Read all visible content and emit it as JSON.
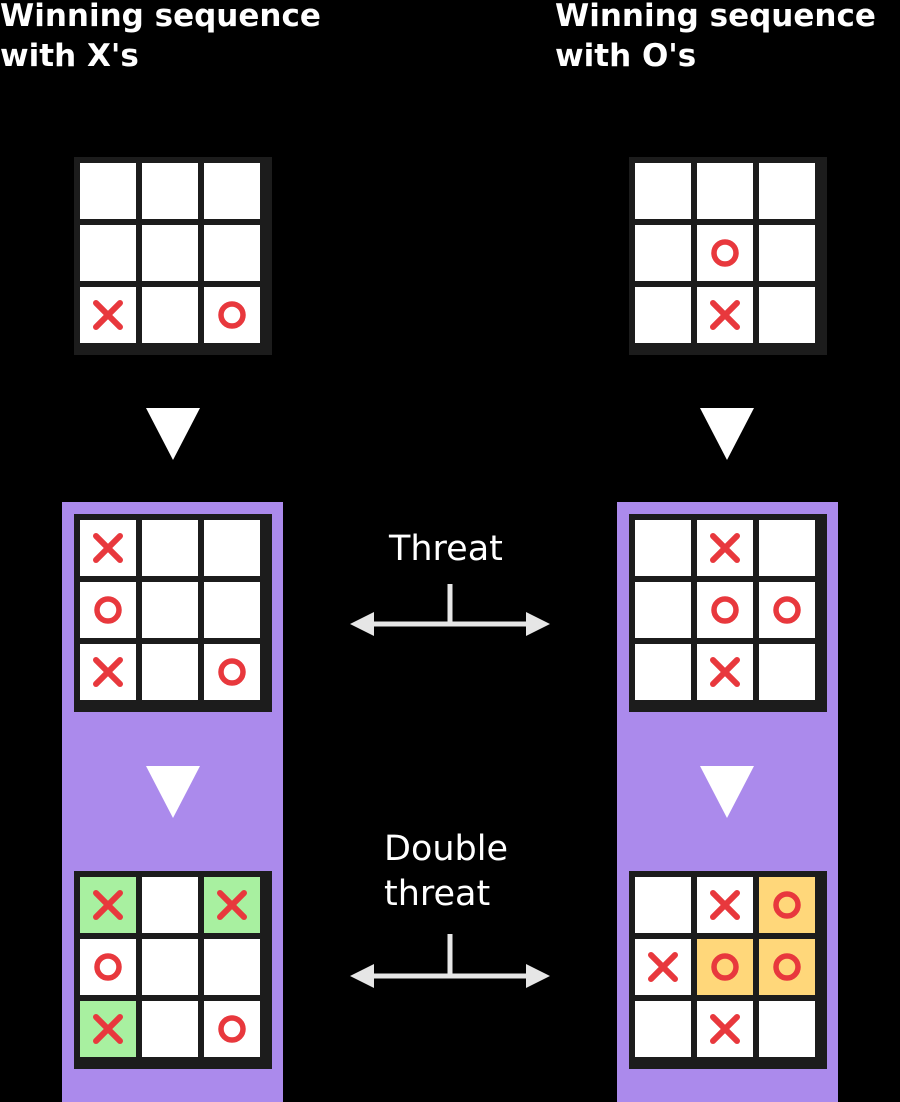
{
  "headings": {
    "left": [
      "Winning sequence",
      "with X's"
    ],
    "right": [
      "Winning sequence",
      "with O's"
    ]
  },
  "labels": {
    "threat": "Threat",
    "double_threat": [
      "Double",
      "threat"
    ]
  },
  "colors": {
    "background": "#000000",
    "panel": "#ab8aec",
    "board_frame": "#1c1c1c",
    "cell": "#ffffff",
    "mark": "#e8383d",
    "x_highlight": "#a8f0a0",
    "o_highlight": "#ffd77a",
    "arrow": "#ffffff",
    "connector": "#e6e6e6"
  },
  "boards": {
    "x_start": [
      [
        "",
        "",
        ""
      ],
      [
        "",
        "",
        ""
      ],
      [
        "X",
        "",
        "O"
      ]
    ],
    "x_threat": [
      [
        "X",
        "",
        ""
      ],
      [
        "O",
        "",
        ""
      ],
      [
        "X",
        "",
        "O"
      ]
    ],
    "x_double_threat": [
      [
        "X",
        "",
        "X"
      ],
      [
        "O",
        "",
        ""
      ],
      [
        "X",
        "",
        "O"
      ]
    ],
    "o_start": [
      [
        "",
        "",
        ""
      ],
      [
        "",
        "O",
        ""
      ],
      [
        "",
        "X",
        ""
      ]
    ],
    "o_threat": [
      [
        "",
        "X",
        ""
      ],
      [
        "",
        "O",
        "O"
      ],
      [
        "",
        "X",
        ""
      ]
    ],
    "o_double_threat": [
      [
        "",
        "X",
        "O"
      ],
      [
        "X",
        "O",
        "O"
      ],
      [
        "",
        "X",
        ""
      ]
    ]
  },
  "highlights": {
    "x_double_threat": [
      [
        0,
        0
      ],
      [
        0,
        2
      ],
      [
        2,
        0
      ]
    ],
    "o_double_threat": [
      [
        0,
        2
      ],
      [
        1,
        1
      ],
      [
        1,
        2
      ]
    ]
  }
}
